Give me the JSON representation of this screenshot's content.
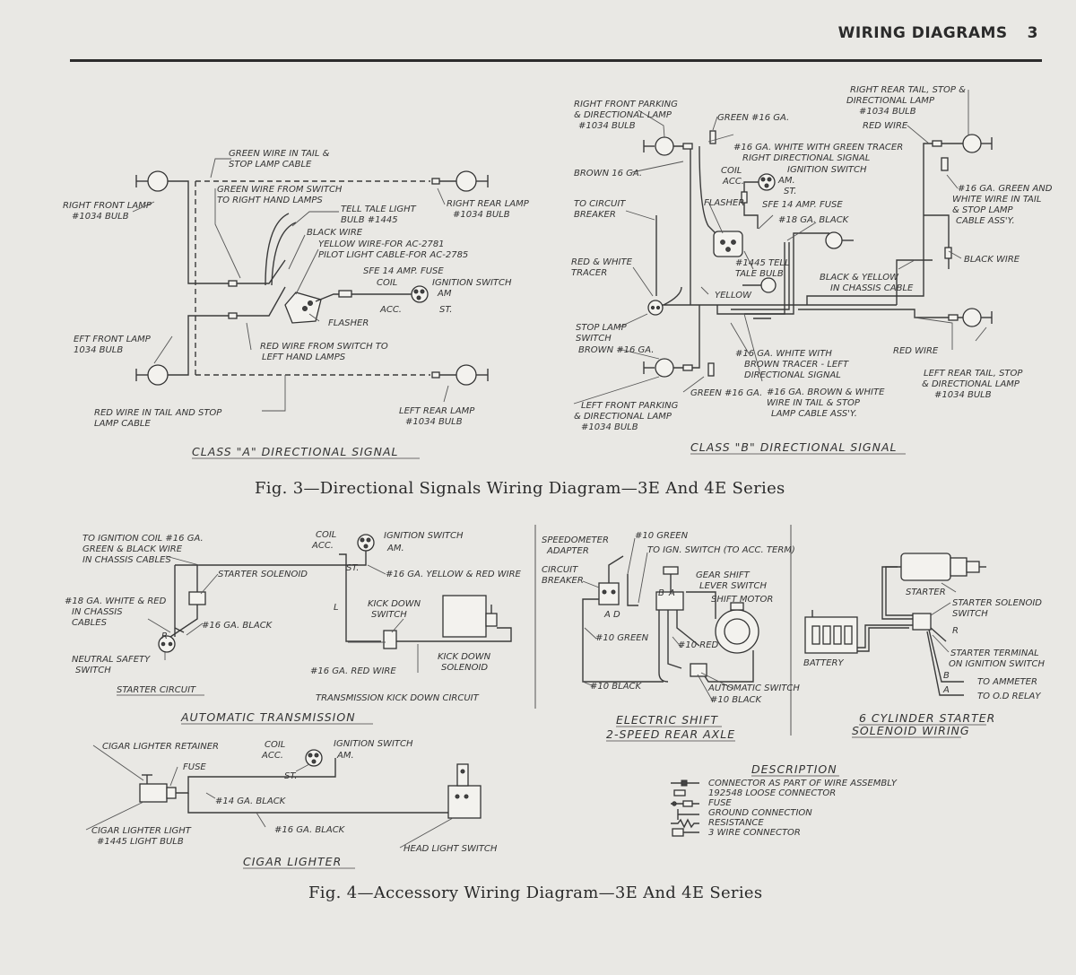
{
  "header": {
    "title": "WIRING DIAGRAMS",
    "page": "3"
  },
  "fig3": {
    "caption": "Fig. 3—Directional Signals Wiring Diagram—3E And 4E Series",
    "class_a": {
      "title": "CLASS \"A\" DIRECTIONAL SIGNAL",
      "labels": {
        "green_tail": [
          "GREEN WIRE IN TAIL &",
          "STOP LAMP CABLE"
        ],
        "green_switch": [
          "GREEN WIRE FROM SWITCH",
          "TO RIGHT HAND LAMPS"
        ],
        "right_front": [
          "RIGHT FRONT LAMP",
          "#1034 BULB"
        ],
        "tell_tale": [
          "TELL TALE LIGHT",
          "BULB #1445"
        ],
        "right_rear": [
          "RIGHT REAR LAMP",
          "#1034 BULB"
        ],
        "black_wire": "BLACK WIRE",
        "yellow_wire": [
          "YELLOW WIRE-FOR AC-2781",
          "PILOT LIGHT CABLE-FOR AC-2785"
        ],
        "sfe_fuse": "SFE 14 AMP. FUSE",
        "coil": "COIL",
        "ign_switch": "IGNITION SWITCH",
        "am": "AM",
        "acc": "ACC.",
        "st": "ST.",
        "flasher": "FLASHER",
        "left_front": [
          "EFT FRONT LAMP",
          "1034 BULB"
        ],
        "red_switch": [
          "RED WIRE FROM SWITCH TO",
          "LEFT HAND LAMPS"
        ],
        "red_tail": [
          "RED WIRE IN TAIL AND STOP",
          "LAMP CABLE"
        ],
        "left_rear": [
          "LEFT REAR LAMP",
          "#1034 BULB"
        ]
      }
    },
    "class_b": {
      "title": "CLASS \"B\" DIRECTIONAL SIGNAL",
      "labels": {
        "rf_parking": [
          "RIGHT FRONT PARKING",
          "& DIRECTIONAL LAMP",
          "#1034 BULB"
        ],
        "green_16": "GREEN #16 GA.",
        "wht_green": [
          "#16 GA. WHITE WITH GREEN TRACER",
          "RIGHT DIRECTIONAL SIGNAL"
        ],
        "rr_tail": [
          "RIGHT REAR TAIL, STOP &",
          "DIRECTIONAL LAMP",
          "#1034 BULB"
        ],
        "red_wire": "RED WIRE",
        "brown_16": "BROWN 16 GA.",
        "coil": "COIL",
        "ign_switch": "IGNITION SWITCH",
        "acc": "ACC.",
        "am": "AM.",
        "st": "ST.",
        "to_circuit": [
          "TO CIRCUIT",
          "BREAKER"
        ],
        "flasher": "FLASHER",
        "sfe_fuse": "SFE 14 AMP. FUSE",
        "black_18": "#18 GA. BLACK",
        "green_white": [
          "#16 GA. GREEN AND",
          "WHITE WIRE IN TAIL",
          "& STOP LAMP",
          "CABLE ASS'Y."
        ],
        "tell_tale": [
          "#1445 TELL",
          "TALE BULB"
        ],
        "red_white": [
          "RED & WHITE",
          "TRACER"
        ],
        "black_yellow": [
          "BLACK & YELLOW",
          "IN CHASSIS CABLE"
        ],
        "black_wire": "BLACK WIRE",
        "yellow": "YELLOW",
        "stop_switch": [
          "STOP LAMP",
          "SWITCH"
        ],
        "brown_16b": "BROWN #16 GA.",
        "wht_brown": [
          "#16 GA. WHITE WITH",
          "BROWN TRACER - LEFT",
          "DIRECTIONAL SIGNAL"
        ],
        "red_wire2": "RED WIRE",
        "lr_tail": [
          "LEFT REAR TAIL, STOP",
          "& DIRECTIONAL LAMP",
          "#1034 BULB"
        ],
        "green_16b": "GREEN #16 GA.",
        "brown_white": [
          "#16 GA. BROWN & WHITE",
          "WIRE IN TAIL & STOP",
          "LAMP CABLE ASS'Y."
        ],
        "lf_parking": [
          "LEFT FRONT PARKING",
          "& DIRECTIONAL LAMP",
          "#1034 BULB"
        ]
      }
    }
  },
  "fig4": {
    "caption": "Fig. 4—Accessory Wiring Diagram—3E And 4E Series",
    "auto_trans": {
      "title": "AUTOMATIC TRANSMISSION",
      "starter_circuit": "STARTER CIRCUIT",
      "kickdown_circuit": "TRANSMISSION KICK DOWN CIRCUIT",
      "labels": {
        "to_ign": [
          "TO IGNITION COIL #16 GA.",
          "GREEN & BLACK WIRE",
          "IN CHASSIS CABLES"
        ],
        "coil": "COIL",
        "acc": "ACC.",
        "ign_switch": "IGNITION SWITCH",
        "am": "AM.",
        "st": "ST.",
        "starter_sol": "STARTER SOLENOID",
        "yellow_red": "#16 GA. YELLOW & RED WIRE",
        "white_red": [
          "#18 GA. WHITE & RED",
          "IN CHASSIS",
          "CABLES"
        ],
        "r": "R",
        "l": "L",
        "black_16": "#16 GA. BLACK",
        "kick_switch": [
          "KICK DOWN",
          "SWITCH"
        ],
        "neutral": [
          "NEUTRAL SAFETY",
          "SWITCH"
        ],
        "red_16": "#16 GA. RED WIRE",
        "kick_sol": [
          "KICK DOWN",
          "SOLENOID"
        ]
      }
    },
    "electric_shift": {
      "title": [
        "ELECTRIC SHIFT",
        "2-SPEED REAR AXLE"
      ],
      "labels": {
        "speedo": [
          "SPEEDOMETER",
          "ADAPTER"
        ],
        "green_10": "#10 GREEN",
        "to_ign": "TO IGN. SWITCH (TO ACC. TERM)",
        "cb": [
          "CIRCUIT",
          "BREAKER"
        ],
        "gear_shift": [
          "GEAR SHIFT",
          "LEVER SWITCH"
        ],
        "shift_motor": "SHIFT MOTOR",
        "green_10b": "#10 GREEN",
        "red_10": "#10 RED",
        "auto_switch": "AUTOMATIC SWITCH",
        "black_10": "#10 BLACK",
        "black_10b": "#10 BLACK"
      }
    },
    "six_cyl": {
      "title": [
        "6 CYLINDER STARTER",
        "SOLENOID WIRING"
      ],
      "labels": {
        "starter": "STARTER",
        "starter_sol": [
          "STARTER SOLENOID",
          "SWITCH"
        ],
        "battery": "BATTERY",
        "st_terminal": [
          "STARTER TERMINAL",
          "ON IGNITION SWITCH"
        ],
        "to_ammeter": "TO AMMETER",
        "to_od": "TO O.D RELAY",
        "r": "R",
        "b": "B",
        "a": "A"
      }
    },
    "cigar": {
      "title": "CIGAR LIGHTER",
      "labels": {
        "retainer": "CIGAR LIGHTER RETAINER",
        "fuse": "FUSE",
        "coil": "COIL",
        "acc": "ACC.",
        "ign_switch": "IGNITION SWITCH",
        "am": "AM.",
        "st": "ST.",
        "black_14": "#14 GA. BLACK",
        "light": [
          "CIGAR LIGHTER LIGHT",
          "#1445 LIGHT BULB"
        ],
        "black_16": "#16 GA. BLACK",
        "head_switch": "HEAD LIGHT SWITCH"
      }
    },
    "description": {
      "title": "DESCRIPTION",
      "items": [
        "CONNECTOR AS PART OF WIRE ASSEMBLY",
        "192548 LOOSE CONNECTOR",
        "FUSE",
        "GROUND CONNECTION",
        "RESISTANCE",
        "3 WIRE CONNECTOR"
      ]
    }
  }
}
